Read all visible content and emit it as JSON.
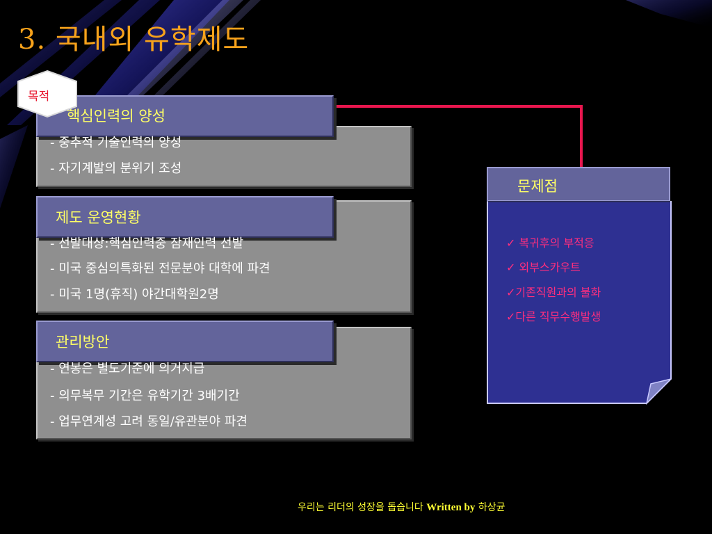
{
  "slide": {
    "title": "3. 국내외 유학제도",
    "badge": "목적",
    "sections": [
      {
        "header": "핵심인력의 양성",
        "lines": [
          "- 중추적 기술인력의 양성",
          "- 자기계발의 분위기 조성"
        ]
      },
      {
        "header": "제도 운영현황",
        "lines": [
          "- 선발대상:핵심인력중 잠재인력 선발",
          "- 미국 중심의특화된 전문분야 대학에 파견",
          "- 미국 1명(휴직) 야간대학원2명"
        ]
      },
      {
        "header": "관리방안",
        "lines": [
          "- 연봉은 별도기준에 의거지급",
          "- 의무복무 기간은 유학기간 3배기간",
          "- 업무연계성 고려 동일/유관분야 파견"
        ]
      }
    ],
    "problems": {
      "header": "문제점",
      "items": [
        "✓ 복귀후의 부적응",
        "✓ 외부스카우트",
        "✓기존직원과의 불화",
        "✓다른 직무수행발생"
      ]
    },
    "footer": {
      "korean": "우리는 리더의 성장을 돕습니다",
      "written_by": "Written by",
      "author": "하상균"
    }
  },
  "colors": {
    "title": "#f7a21b",
    "header_fill": "#63649b",
    "header_text": "#ffff66",
    "body_fill": "#8f8f8f",
    "problem_fill": "#2e3092",
    "problem_text": "#ff2e7e",
    "connector": "#e8164e",
    "footer": "#ffff33"
  }
}
